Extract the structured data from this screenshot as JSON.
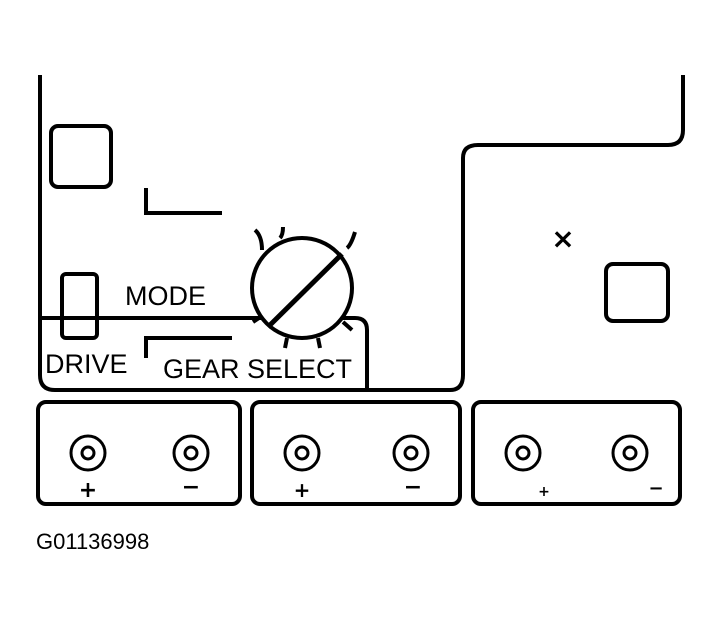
{
  "labels": {
    "mode": "MODE",
    "drive": "DRIVE",
    "gear_select": "GEAR SELECT",
    "cross_mark": "×"
  },
  "terminals": [
    {
      "plus": "+",
      "minus": "−"
    },
    {
      "plus": "+",
      "minus": "−"
    },
    {
      "plus": "+",
      "minus": "−"
    }
  ],
  "figure_id": "G01136998",
  "colors": {
    "ink": "#000000",
    "paper": "#ffffff"
  }
}
